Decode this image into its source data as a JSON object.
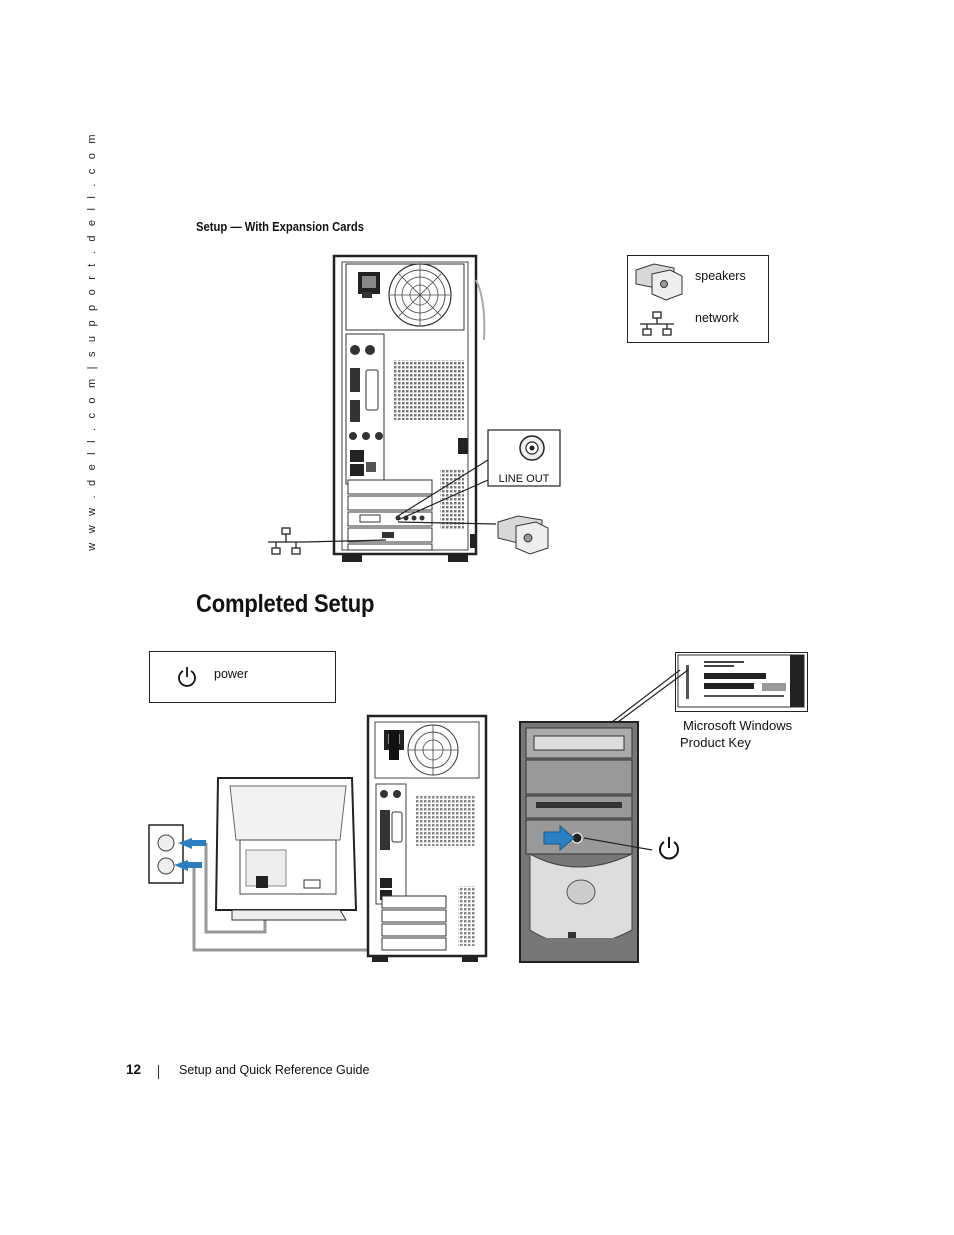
{
  "sidebar": {
    "url": "w w w . d e l l . c o m  |  s u p p o r t . d e l l . c o m"
  },
  "figure1": {
    "caption": "Setup — With Expansion Cards",
    "line_out_label": "LINE OUT",
    "legend": {
      "speakers": "speakers",
      "network": "network"
    }
  },
  "section": {
    "title": "Completed Setup"
  },
  "figure2": {
    "legend": {
      "power": "power"
    },
    "product_key": {
      "line1": "Microsoft Windows",
      "line2": "Product Key"
    }
  },
  "footer": {
    "page_number": "12",
    "guide_title": "Setup and Quick Reference Guide"
  }
}
